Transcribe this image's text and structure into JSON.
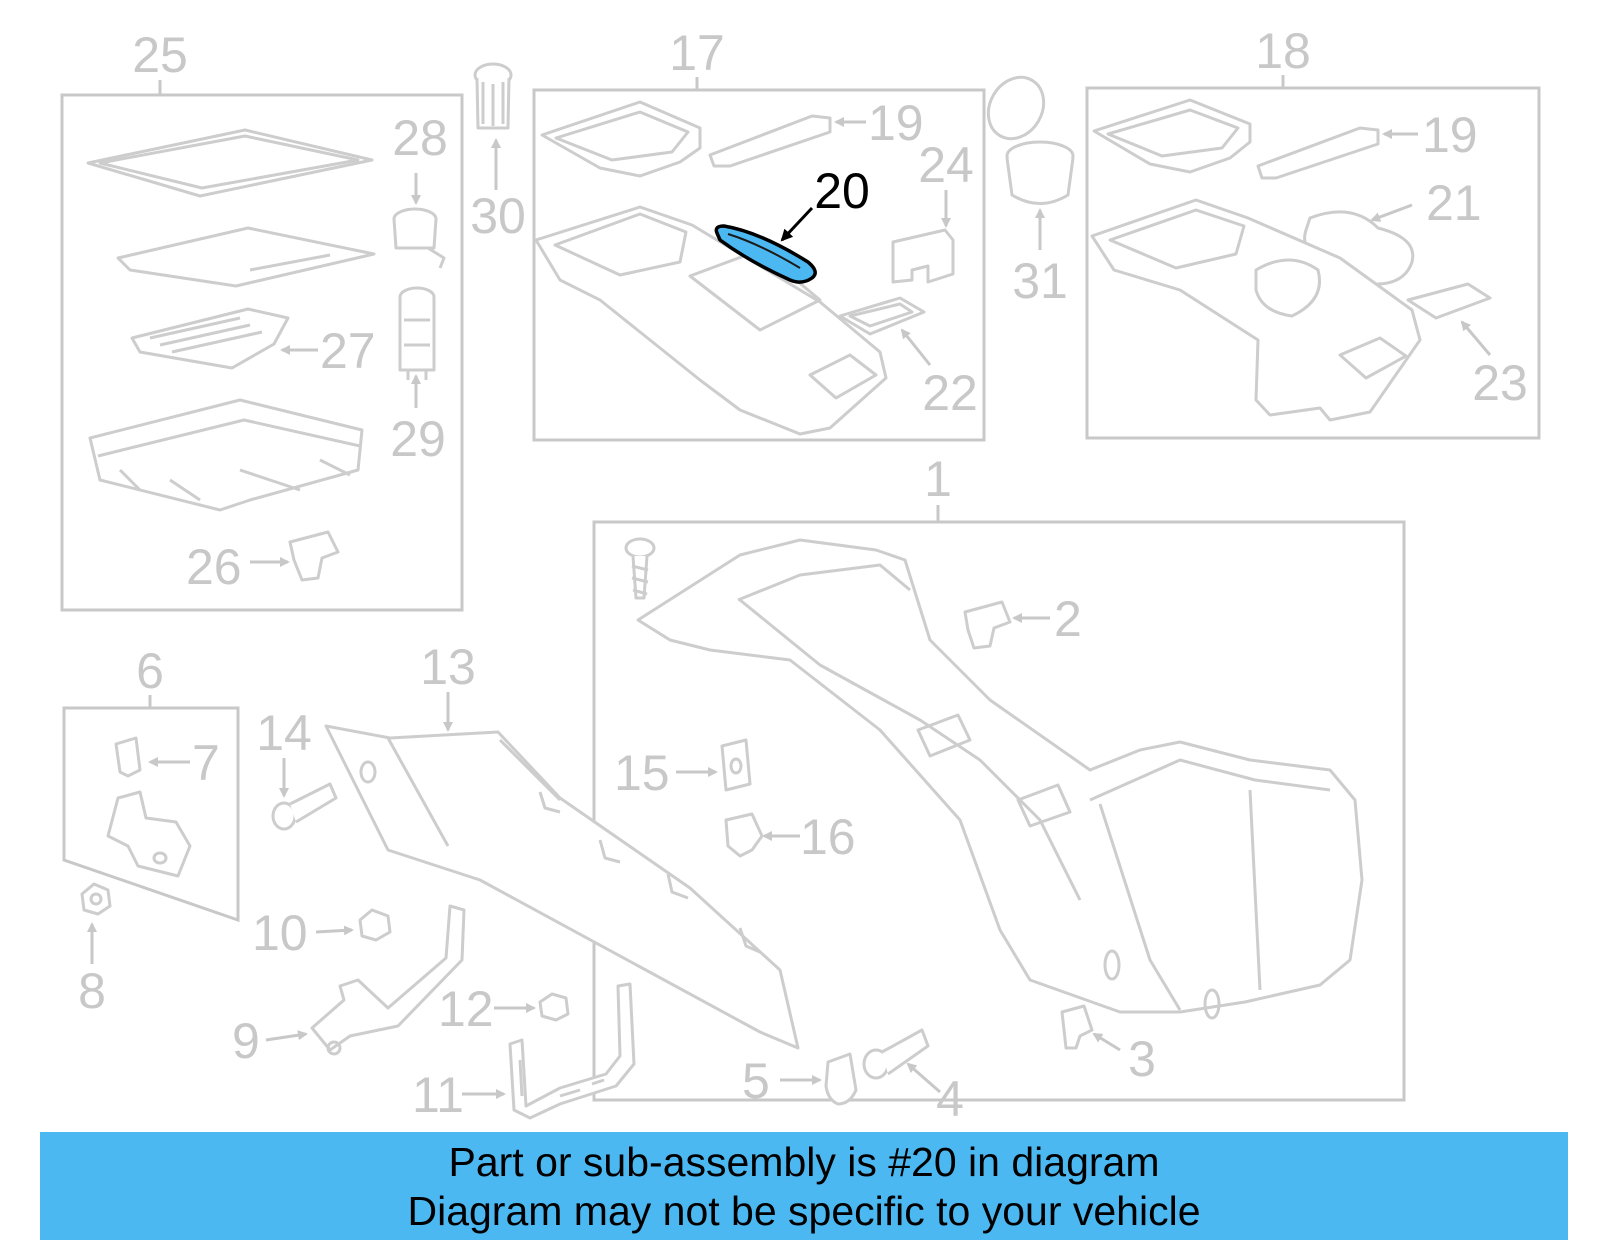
{
  "labels": {
    "p1": "1",
    "p2": "2",
    "p3": "3",
    "p4": "4",
    "p5": "5",
    "p6": "6",
    "p7": "7",
    "p8": "8",
    "p9": "9",
    "p10": "10",
    "p11": "11",
    "p12": "12",
    "p13": "13",
    "p14": "14",
    "p15": "15",
    "p16": "16",
    "p17": "17",
    "p18": "18",
    "p19a": "19",
    "p19b": "19",
    "p20": "20",
    "p21": "21",
    "p22": "22",
    "p23": "23",
    "p24": "24",
    "p25": "25",
    "p26": "26",
    "p27": "27",
    "p28": "28",
    "p29": "29",
    "p30": "30",
    "p31": "31"
  },
  "highlight": {
    "part_number": "20",
    "color": "#4cb8f2"
  },
  "footer": {
    "line1": "Part or sub-assembly is #20 in diagram",
    "line2": "Diagram may not be specific to your vehicle"
  }
}
